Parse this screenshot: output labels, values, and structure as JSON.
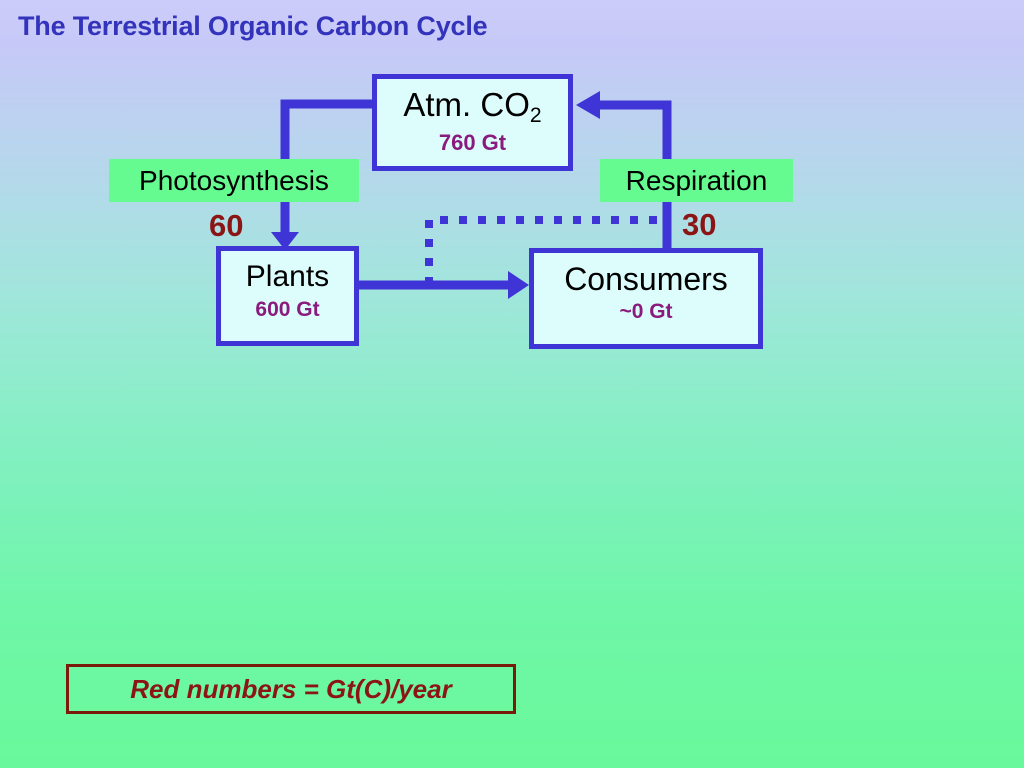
{
  "slide": {
    "title": "The Terrestrial Organic Carbon Cycle",
    "background_top_color": "#ccccfa",
    "background_bottom_color": "#69f99c"
  },
  "colors": {
    "title_blue": "#3333bb",
    "box_border_blue": "#3f34d6",
    "box_fill_cyan": "#ddfdfd",
    "amount_purple": "#8a1a7d",
    "flux_red": "#8b1515",
    "highlight_green": "#66fb90",
    "legend_border": "#7a1a0a"
  },
  "boxes": [
    {
      "id": "atmospheric-co2",
      "title": "Atm. CO",
      "title_subscript": "2",
      "amount": "760 Gt"
    },
    {
      "id": "plants",
      "title": "Plants",
      "amount": "600 Gt"
    },
    {
      "id": "consumers",
      "title": "Consumers",
      "amount": "~0 Gt"
    }
  ],
  "processes": [
    {
      "id": "photosynthesis",
      "label": "Photosynthesis",
      "flux": "60",
      "from": "atmospheric-co2",
      "to": "plants"
    },
    {
      "id": "respiration",
      "label": "Respiration",
      "flux": "30",
      "from": "consumers",
      "to": "atmospheric-co2"
    }
  ],
  "flows": [
    {
      "id": "plants-to-consumers",
      "style": "solid",
      "from": "plants",
      "to": "consumers"
    },
    {
      "id": "plants-consumers-to-respiration",
      "style": "dotted",
      "from": "plants-to-consumers",
      "to": "respiration"
    }
  ],
  "legend": {
    "text": "Red numbers = Gt(C)/year"
  }
}
